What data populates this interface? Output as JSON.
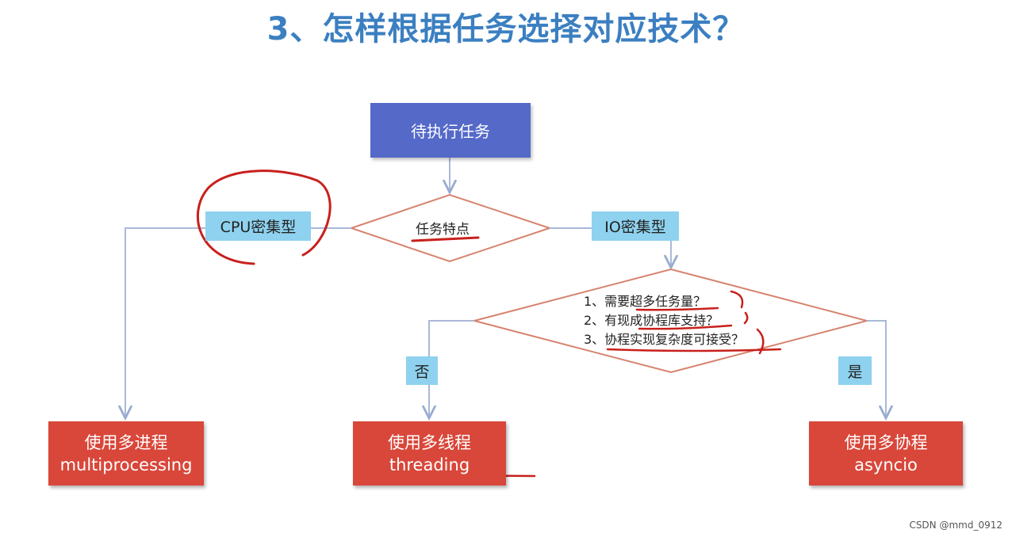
{
  "title": "3、怎样根据任务选择对应技术？",
  "nodes": {
    "start": "待执行任务",
    "decision_task": "任务特点",
    "cpu_tag": "CPU密集型",
    "io_tag": "IO密集型",
    "questions": [
      "1、需要超多任务量？",
      "2、有现成协程库支持？",
      "3、协程实现复杂度可接受？"
    ],
    "no_tag": "否",
    "yes_tag": "是",
    "multiprocessing": {
      "line1": "使用多进程",
      "line2": "multiprocessing"
    },
    "threading": {
      "line1": "使用多线程",
      "line2": "threading"
    },
    "asyncio": {
      "line1": "使用多协程",
      "line2": "asyncio"
    }
  },
  "watermark": "CSDN @mmd_0912",
  "colors": {
    "title": "#3b7fc1",
    "start_box": "#5469c8",
    "tag": "#8ed2ef",
    "result_box": "#d8473a",
    "diamond_border": "#d7836f",
    "connector": "#a9b9d9",
    "annotation": "#c8201c"
  }
}
